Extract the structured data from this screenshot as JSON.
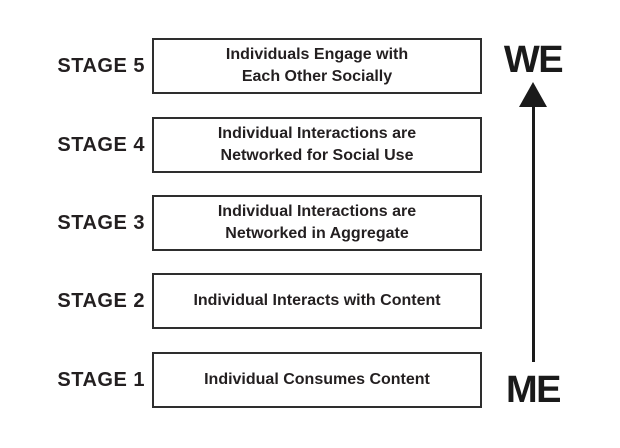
{
  "diagram": {
    "background_color": "#ffffff",
    "ink_color": "#231f20",
    "box_border_color": "#2e2e2e",
    "stages": [
      {
        "label": "STAGE 5",
        "text": "Individuals Engage with\nEach Other Socially"
      },
      {
        "label": "STAGE 4",
        "text": "Individual Interactions are\nNetworked for Social Use"
      },
      {
        "label": "STAGE 3",
        "text": "Individual Interactions are\nNetworked in Aggregate"
      },
      {
        "label": "STAGE 2",
        "text": "Individual Interacts with Content"
      },
      {
        "label": "STAGE 1",
        "text": "Individual Consumes Content"
      }
    ],
    "axis": {
      "top_label": "WE",
      "bottom_label": "ME",
      "arrow_icon": "up-arrow-icon",
      "arrow_direction": "up",
      "arrow_color": "#1a1a1a"
    }
  }
}
